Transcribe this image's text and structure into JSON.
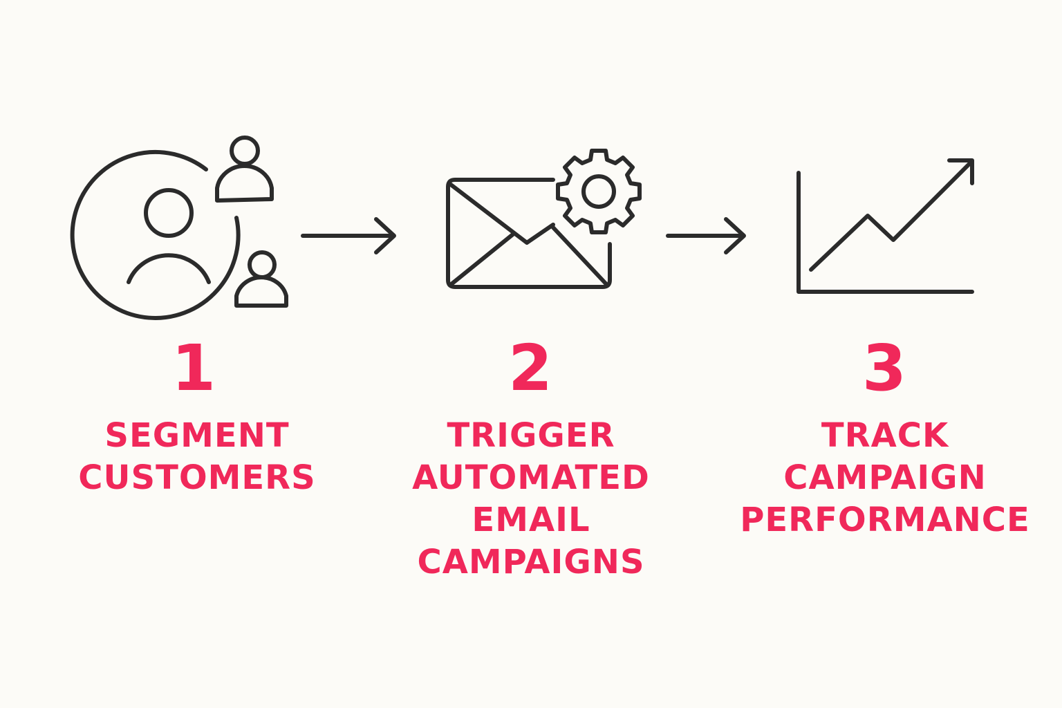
{
  "colors": {
    "background": "#fcfbf7",
    "accent": "#f0285a",
    "icon_stroke": "#2b2b2b"
  },
  "steps": [
    {
      "number": "1",
      "icon": "customer-segment-icon",
      "label_lines": [
        "SEGMENT",
        "CUSTOMERS"
      ]
    },
    {
      "number": "2",
      "icon": "email-gear-icon",
      "label_lines": [
        "TRIGGER",
        "AUTOMATED",
        "EMAIL",
        "CAMPAIGNS"
      ]
    },
    {
      "number": "3",
      "icon": "growth-chart-icon",
      "label_lines": [
        "TRACK",
        "CAMPAIGN",
        "PERFORMANCE"
      ]
    }
  ],
  "connectors": [
    {
      "from": "1",
      "to": "2",
      "icon": "arrow-right-icon"
    },
    {
      "from": "2",
      "to": "3",
      "icon": "arrow-right-icon"
    }
  ]
}
